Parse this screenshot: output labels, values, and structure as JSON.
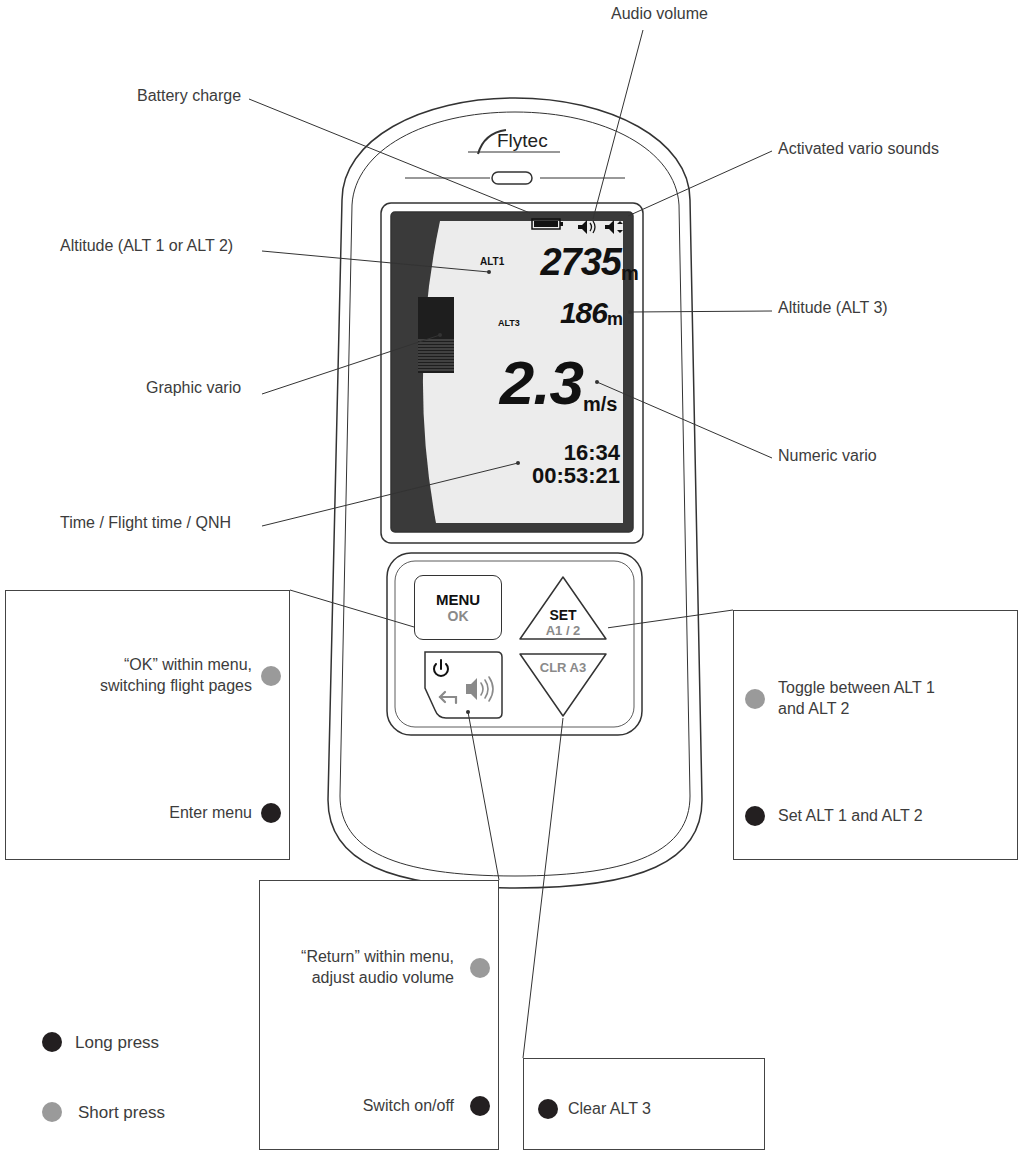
{
  "diagram": {
    "nodes": [
      {
        "text": [
          "MENU",
          "OK"
        ]
      },
      {
        "text": [
          "SET",
          "A1 / 2"
        ]
      },
      {
        "text": [
          "CLR A3"
        ]
      },
      {
        "text": [
          "“OK” within menu, switching flight pages",
          "Enter menu"
        ]
      },
      {
        "text": [
          "Toggle between ALT 1 and ALT 2",
          "Set ALT 1 and ALT 2"
        ]
      },
      {
        "text": [
          "“Return” within menu, adjust audio volume",
          "Switch on/off"
        ]
      },
      {
        "text": [
          "Clear ALT 3"
        ]
      }
    ],
    "edges": [
      {
        "from": 0,
        "to": 3,
        "arrow": "none"
      },
      {
        "from": 1,
        "to": 4,
        "arrow": "none"
      },
      {
        "from": 2,
        "to": 6,
        "arrow": "none"
      }
    ],
    "labels": [
      "Audio volume",
      "Battery charge",
      "Activated vario sounds",
      "Altitude (ALT 1 or ALT 2)",
      "Altitude (ALT 3)",
      "Graphic vario",
      "Numeric vario",
      "Time / Flight time / QNH",
      "Flytec",
      "ALT1",
      "2735",
      "m",
      "ALT3",
      "186",
      "m",
      "2.3",
      "m/s",
      "16:34",
      "00:53:21"
    ],
    "legend": [
      {
        "text": "Long press",
        "color": "#231f20"
      },
      {
        "text": "Short press",
        "color": "#9a9a9a"
      }
    ]
  }
}
